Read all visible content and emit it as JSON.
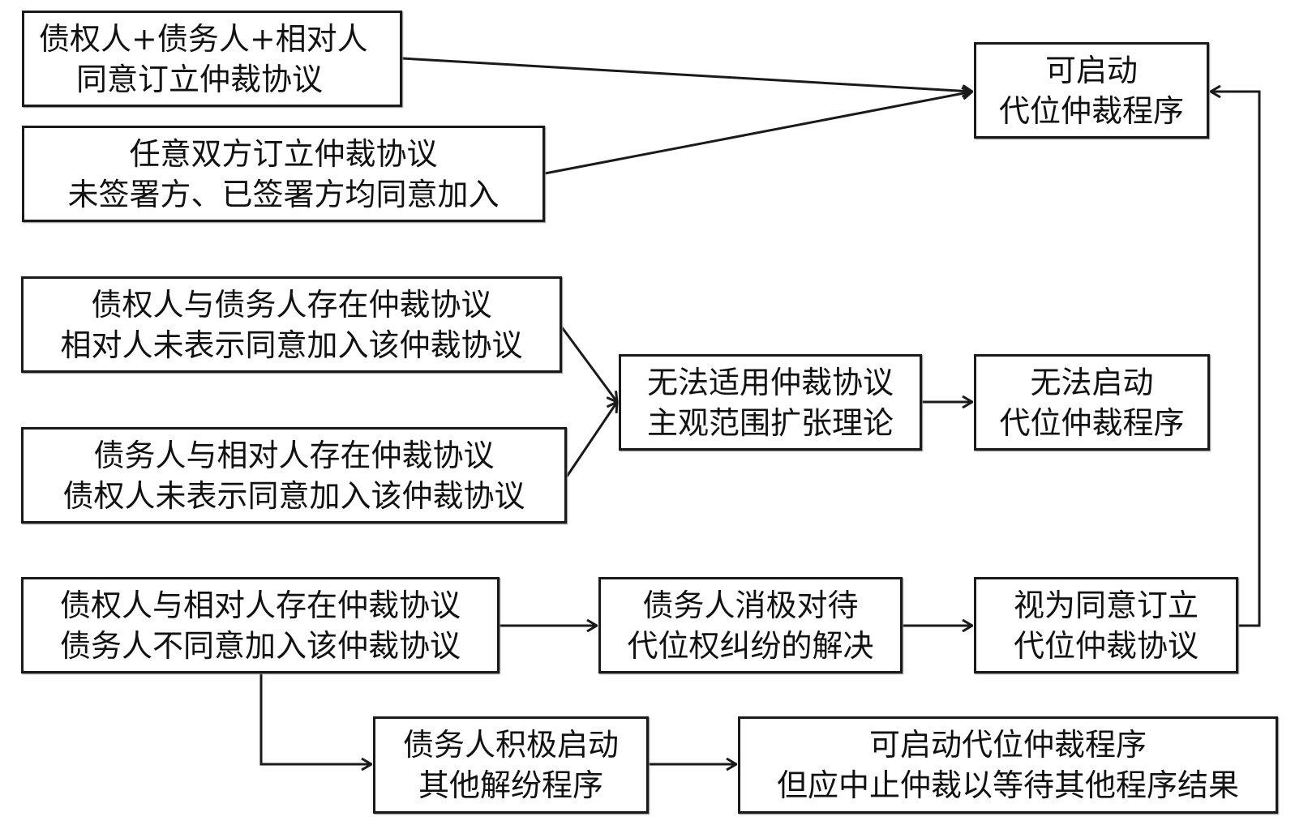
{
  "diagram": {
    "type": "flowchart",
    "language": "zh-CN",
    "nodes": [
      {
        "id": "n1",
        "lines": [
          "债权人+债务人+相对人",
          "同意订立仲裁协议"
        ]
      },
      {
        "id": "n2",
        "lines": [
          "任意双方订立仲裁协议",
          "未签署方、已签署方均同意加入"
        ]
      },
      {
        "id": "n3",
        "lines": [
          "可启动",
          "代位仲裁程序"
        ]
      },
      {
        "id": "n4",
        "lines": [
          "债权人与债务人存在仲裁协议",
          "相对人未表示同意加入该仲裁协议"
        ]
      },
      {
        "id": "n5",
        "lines": [
          "债务人与相对人存在仲裁协议",
          "债权人未表示同意加入该仲裁协议"
        ]
      },
      {
        "id": "n6",
        "lines": [
          "无法适用仲裁协议",
          "主观范围扩张理论"
        ]
      },
      {
        "id": "n7",
        "lines": [
          "无法启动",
          "代位仲裁程序"
        ]
      },
      {
        "id": "n8",
        "lines": [
          "债权人与相对人存在仲裁协议",
          "债务人不同意加入该仲裁协议"
        ]
      },
      {
        "id": "n9",
        "lines": [
          "债务人消极对待",
          "代位权纠纷的解决"
        ]
      },
      {
        "id": "n10",
        "lines": [
          "视为同意订立",
          "代位仲裁协议"
        ]
      },
      {
        "id": "n11",
        "lines": [
          "债务人积极启动",
          "其他解纷程序"
        ]
      },
      {
        "id": "n12",
        "lines": [
          "可启动代位仲裁程序",
          "但应中止仲裁以等待其他程序结果"
        ]
      }
    ],
    "edges": [
      {
        "from": "n1",
        "to": "n3"
      },
      {
        "from": "n2",
        "to": "n3"
      },
      {
        "from": "n4",
        "to": "n6"
      },
      {
        "from": "n5",
        "to": "n6"
      },
      {
        "from": "n6",
        "to": "n7"
      },
      {
        "from": "n8",
        "to": "n9"
      },
      {
        "from": "n9",
        "to": "n10"
      },
      {
        "from": "n10",
        "to": "n3"
      },
      {
        "from": "n8",
        "to": "n11"
      },
      {
        "from": "n11",
        "to": "n12"
      }
    ],
    "colors": {
      "stroke": "#1a1a1a",
      "text": "#111111",
      "background": "#ffffff"
    }
  }
}
